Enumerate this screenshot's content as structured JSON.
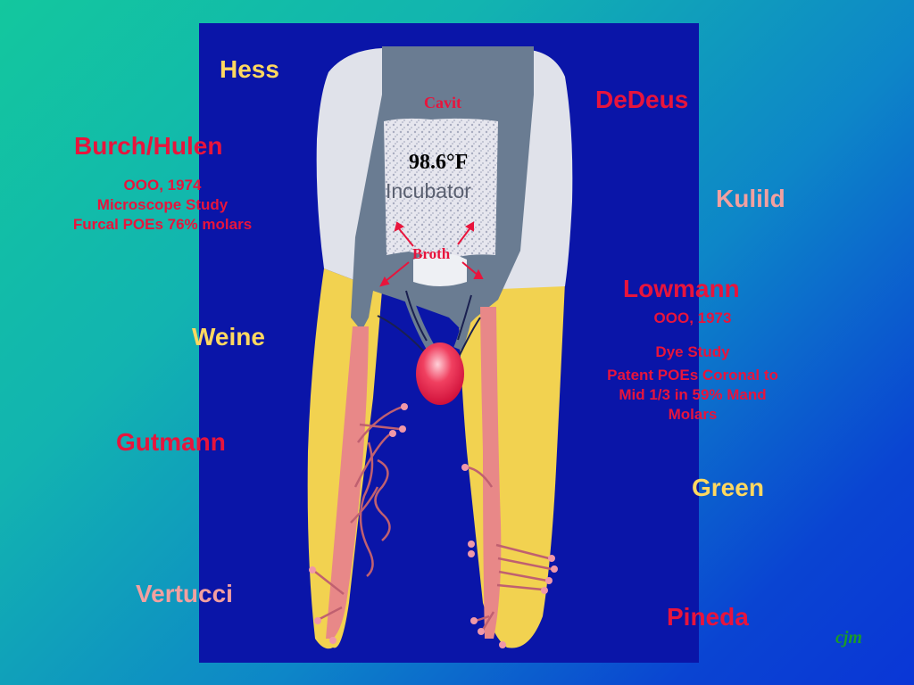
{
  "names": {
    "hess": "Hess",
    "dedeus": "DeDeus",
    "burch_hulen": "Burch/Hulen",
    "kulild": "Kulild",
    "lowmann": "Lowmann",
    "weine": "Weine",
    "gutmann": "Gutmann",
    "green": "Green",
    "vertucci": "Vertucci",
    "pineda": "Pineda"
  },
  "burch_notes": [
    "OOO, 1974",
    "Microscope Study",
    "Furcal POEs 76% molars"
  ],
  "lowmann_notes": [
    "OOO, 1973",
    "Dye Study",
    "Patent POEs Coronal to",
    "Mid 1/3 in 59% Mand",
    "Molars"
  ],
  "diagram_labels": {
    "cavit": "Cavit",
    "temperature": "98.6°F",
    "incubator": "Incubator",
    "broth": "Broth"
  },
  "signature": "cjm",
  "colors": {
    "yellow": "#ffd860",
    "red": "#e8143c",
    "pink": "#f2a0a0",
    "panel": "#0a15a8"
  }
}
